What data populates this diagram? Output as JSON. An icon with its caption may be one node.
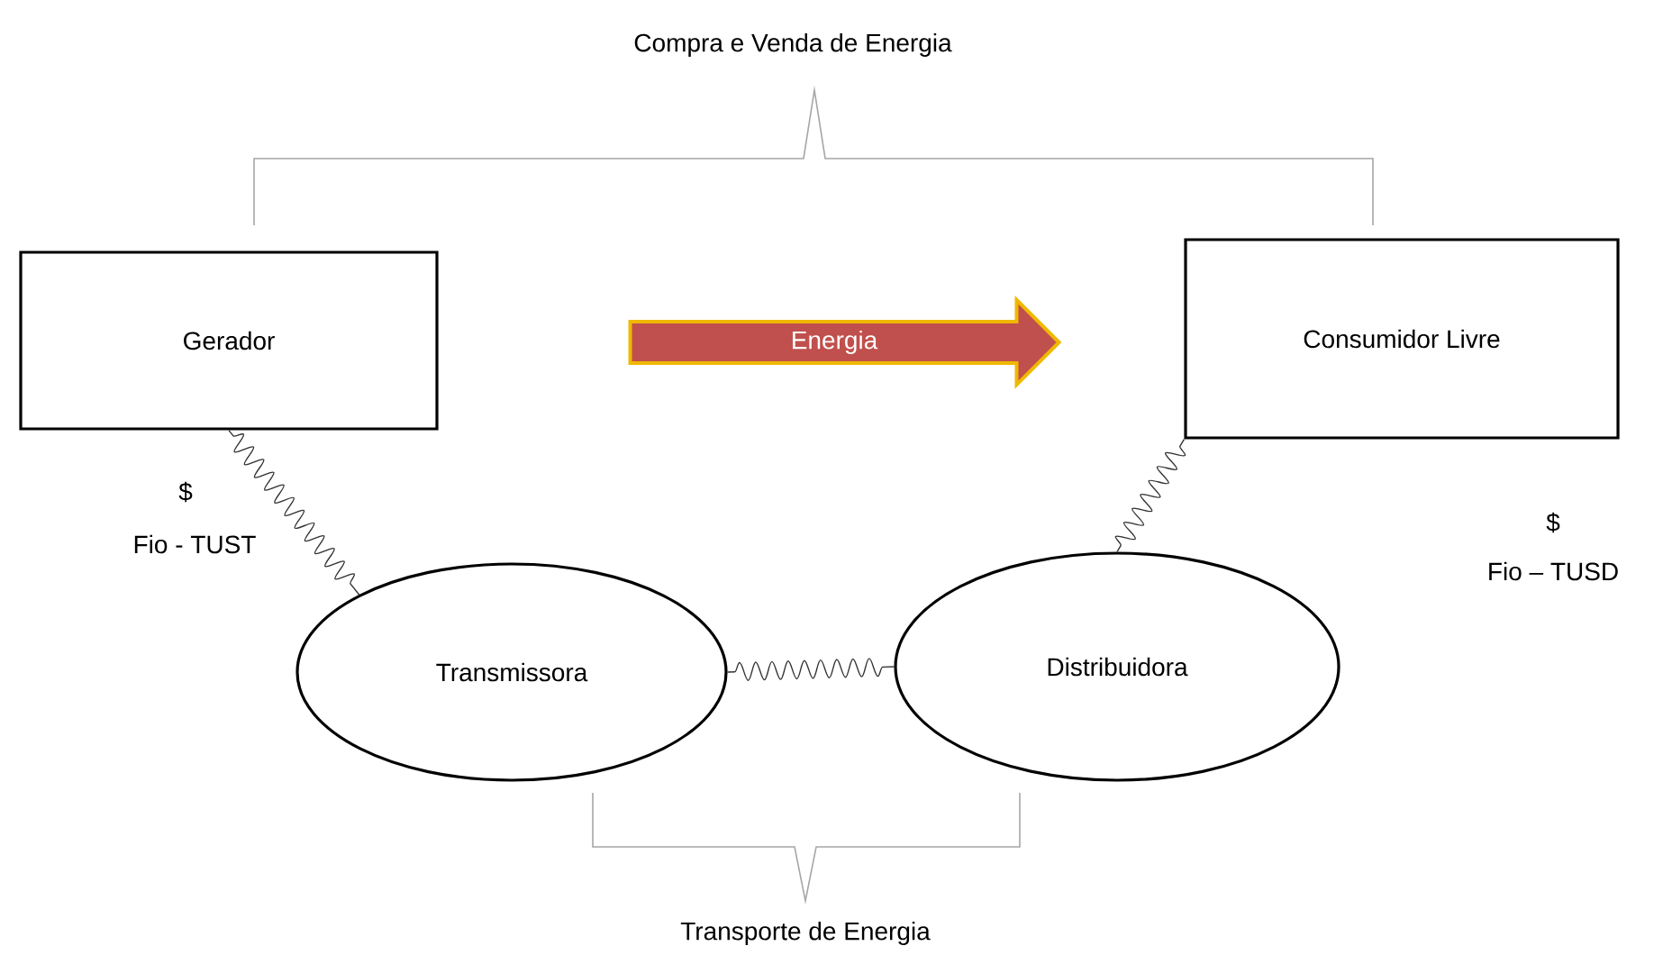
{
  "diagram": {
    "nodes": [
      {
        "text": [
          "Gerador"
        ]
      },
      {
        "text": [
          "Energia"
        ]
      },
      {
        "text": [
          "Consumidor Livre"
        ]
      },
      {
        "text": [
          "Transmissora"
        ]
      },
      {
        "text": [
          "Distribuidora"
        ]
      }
    ],
    "edges": [
      {
        "from": 0,
        "to": 3,
        "arrow": "none"
      },
      {
        "from": 3,
        "to": 4,
        "arrow": "none"
      },
      {
        "from": 4,
        "to": 2,
        "arrow": "none"
      }
    ],
    "labels": [
      "Compra e Venda de Energia",
      "$",
      "Fio - TUST",
      "$",
      "Fio – TUSD",
      "Transporte de Energia"
    ]
  }
}
